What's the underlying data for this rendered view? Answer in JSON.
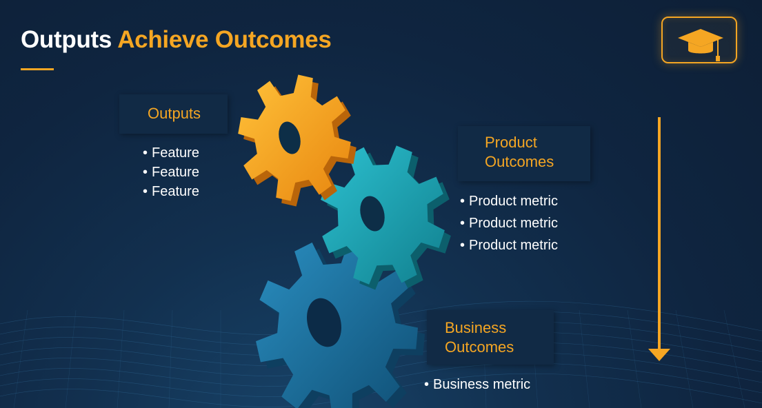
{
  "title": {
    "part1": "Outputs",
    "part2": "Achieve Outcomes"
  },
  "outputs": {
    "label": "Outputs",
    "items": [
      "Feature",
      "Feature",
      "Feature"
    ]
  },
  "product_outcomes": {
    "label_line1": "Product",
    "label_line2": "Outcomes",
    "items": [
      "Product metric",
      "Product metric",
      "Product metric"
    ]
  },
  "business_outcomes": {
    "label_line1": "Business",
    "label_line2": "Outcomes",
    "items": [
      "Business metric"
    ]
  },
  "badge": {
    "icon": "graduation-cap-icon"
  },
  "colors": {
    "accent": "#f5a623",
    "background": "#0f2540",
    "label_box": "#112a45",
    "gear_orange": "#f5a21a",
    "gear_teal": "#1d9bb0",
    "gear_blue": "#1a6e98"
  }
}
